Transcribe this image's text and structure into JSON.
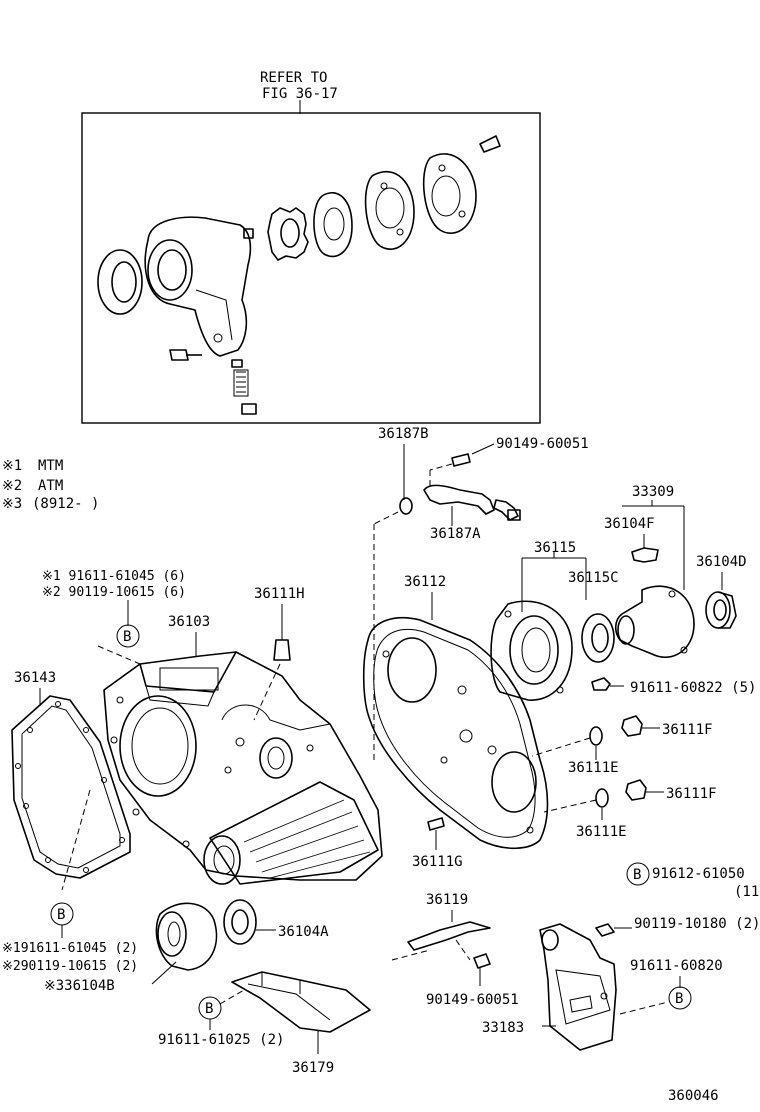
{
  "figure": {
    "refer_line1": "REFER TO",
    "refer_line2": "FIG 36-17",
    "figure_number": "360046"
  },
  "legend": [
    {
      "mark": "※1",
      "text": "MTM"
    },
    {
      "mark": "※2",
      "text": "ATM"
    },
    {
      "mark": "※3",
      "text": "(8912-    )"
    }
  ],
  "labels": {
    "p36187B": "36187B",
    "p90149_60051_top": "90149-60051",
    "p36187A": "36187A",
    "p33309": "33309",
    "p36104F": "36104F",
    "p36104D": "36104D",
    "p36115": "36115",
    "p36115C": "36115C",
    "p36112": "36112",
    "p36111H": "36111H",
    "p36103": "36103",
    "p36143": "36143",
    "bolt_note1": "※1 91611-61045 (6)",
    "bolt_note2": "※2 90119-10615 (6)",
    "p91611_60822": "91611-60822 (5)",
    "p36111F_1": "36111F",
    "p36111E_1": "36111E",
    "p36111F_2": "36111F",
    "p36111E_2": "36111E",
    "p36111G": "36111G",
    "p91612_61050": "91612-61050",
    "p91612_61050_qty": "(11",
    "p36119": "36119",
    "p90119_10180": "90119-10180 (2)",
    "p91611_60820": "91611-60820",
    "p90149_60051_bottom": "90149-60051",
    "p33183": "33183",
    "p36104A": "36104A",
    "lower_left_1": "※191611-61045 (2)",
    "lower_left_2": "※290119-10615 (2)",
    "p36104B": "※336104B",
    "p91611_61025": "91611-61025 (2)",
    "p36179": "36179",
    "ref_B": "B"
  }
}
